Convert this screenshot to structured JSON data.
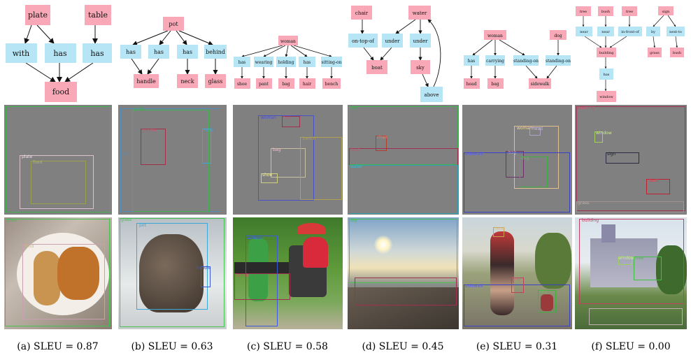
{
  "panels": [
    {
      "caption": "(a) SLEU = 0.87",
      "graph": {
        "nodes": [
          "plate",
          "table",
          "with",
          "has",
          "has",
          "food"
        ],
        "edges": [
          [
            0,
            2
          ],
          [
            0,
            3
          ],
          [
            1,
            4
          ],
          [
            2,
            5
          ],
          [
            3,
            5
          ],
          [
            4,
            5
          ]
        ]
      },
      "layout_labels": [
        "plate",
        "food"
      ],
      "photo_labels": [
        "plate",
        "food"
      ]
    },
    {
      "caption": "(b) SLEU = 0.63",
      "graph": {
        "nodes": [
          "pot",
          "has",
          "has",
          "has",
          "behind",
          "handle",
          "neck",
          "glass"
        ],
        "edges": [
          [
            0,
            1
          ],
          [
            0,
            2
          ],
          [
            0,
            3
          ],
          [
            0,
            4
          ],
          [
            1,
            5
          ],
          [
            2,
            5
          ],
          [
            3,
            6
          ],
          [
            4,
            7
          ]
        ]
      },
      "layout_labels": [
        "glass",
        "neck",
        "handle",
        "pot"
      ],
      "photo_labels": [
        "glass",
        "pot",
        "handle"
      ]
    },
    {
      "caption": "(c) SLEU = 0.58",
      "graph": {
        "nodes": [
          "woman",
          "has",
          "wearing",
          "holding",
          "has",
          "sitting-on",
          "shoe",
          "pant",
          "bag",
          "hair",
          "bench"
        ],
        "edges": [
          [
            0,
            1
          ],
          [
            0,
            2
          ],
          [
            0,
            3
          ],
          [
            0,
            4
          ],
          [
            0,
            5
          ],
          [
            1,
            6
          ],
          [
            2,
            7
          ],
          [
            3,
            8
          ],
          [
            4,
            9
          ],
          [
            5,
            10
          ]
        ]
      },
      "layout_labels": [
        "woman",
        "hair",
        "bag",
        "bench",
        "shoe"
      ],
      "photo_labels": [
        "woman",
        "bench"
      ]
    },
    {
      "caption": "(d) SLEU = 0.45",
      "graph": {
        "nodes": [
          "chair",
          "water",
          "on-top-of",
          "under",
          "under",
          "boat",
          "sky",
          "above"
        ],
        "edges": [
          [
            0,
            2
          ],
          [
            1,
            3
          ],
          [
            1,
            4
          ],
          [
            2,
            5
          ],
          [
            3,
            5
          ],
          [
            4,
            6
          ],
          [
            6,
            7
          ],
          [
            7,
            1
          ]
        ]
      },
      "layout_labels": [
        "sky",
        "chair",
        "boat",
        "water"
      ],
      "photo_labels": [
        "sky"
      ]
    },
    {
      "caption": "(e) SLEU = 0.31",
      "graph": {
        "nodes": [
          "woman",
          "dog",
          "has",
          "carrying",
          "standing-on",
          "standing-on",
          "head",
          "bag",
          "sidewalk"
        ],
        "edges": [
          [
            0,
            2
          ],
          [
            0,
            3
          ],
          [
            0,
            4
          ],
          [
            1,
            5
          ],
          [
            2,
            6
          ],
          [
            3,
            7
          ],
          [
            4,
            8
          ],
          [
            5,
            8
          ]
        ]
      },
      "layout_labels": [
        "woman",
        "head",
        "bag",
        "dog",
        "sidewalk"
      ],
      "photo_labels": [
        "head",
        "sidewalk",
        "bag",
        "dog"
      ]
    },
    {
      "caption": "(f) SLEU = 0.00",
      "graph": {
        "nodes": [
          "tree",
          "bush",
          "tree",
          "sign",
          "near",
          "near",
          "in-front-of",
          "by",
          "next-to",
          "building",
          "grass",
          "bush",
          "has",
          "window"
        ],
        "edges": [
          [
            0,
            4
          ],
          [
            1,
            5
          ],
          [
            2,
            6
          ],
          [
            3,
            7
          ],
          [
            3,
            8
          ],
          [
            4,
            9
          ],
          [
            5,
            9
          ],
          [
            6,
            9
          ],
          [
            7,
            10
          ],
          [
            8,
            11
          ],
          [
            9,
            12
          ],
          [
            12,
            13
          ]
        ]
      },
      "layout_labels": [
        "building",
        "window",
        "sign",
        "bush",
        "grass"
      ],
      "photo_labels": [
        "building",
        "tree",
        "window"
      ]
    }
  ]
}
